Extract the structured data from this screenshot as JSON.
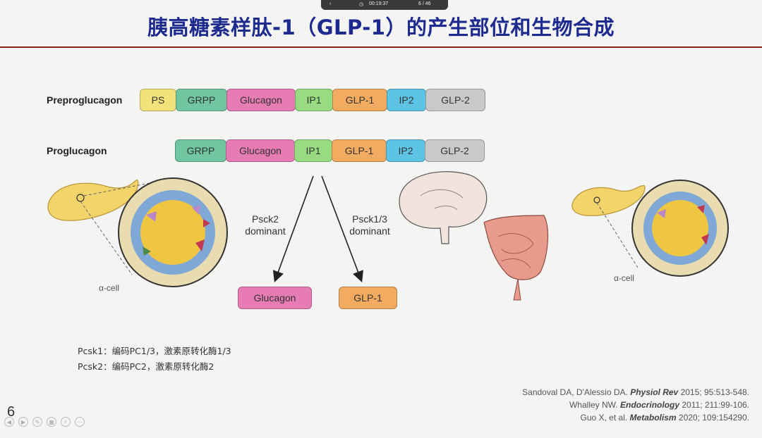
{
  "viewer": {
    "time": "00:19:37",
    "page_counter": "6 / 46"
  },
  "title": "胰高糖素样肽-1（GLP-1）的产生部位和生物合成",
  "rows": {
    "preproglucagon": {
      "label": "Preproglucagon",
      "segments": [
        "PS",
        "GRPP",
        "Glucagon",
        "IP1",
        "GLP-1",
        "IP2",
        "GLP-2"
      ]
    },
    "proglucagon": {
      "label": "Proglucagon",
      "segments": [
        "GRPP",
        "Glucagon",
        "IP1",
        "GLP-1",
        "IP2",
        "GLP-2"
      ]
    }
  },
  "segment_colors": {
    "PS": "#f3e27a",
    "GRPP": "#6fc6a1",
    "Glucagon": "#e77cb4",
    "IP1": "#97dc80",
    "GLP-1": "#f2ab60",
    "IP2": "#5ec4e6",
    "GLP-2": "#c9c9c9"
  },
  "arrows": {
    "left": {
      "line1": "Psck2",
      "line2": "dominant"
    },
    "right": {
      "line1": "Psck1/3",
      "line2": "dominant"
    }
  },
  "products": {
    "glucagon": "Glucagon",
    "glp1": "GLP-1"
  },
  "cell_labels": {
    "left": "α-cell",
    "right": "α-cell"
  },
  "notes": [
    "Pcsk1：编码PC1/3，激素原转化酶1/3",
    "Pcsk2：编码PC2，激素原转化酶2"
  ],
  "references": [
    {
      "authors": "Sandoval DA, D'Alessio DA.",
      "journal": "Physiol Rev",
      "rest": "2015; 95:513-548."
    },
    {
      "authors": "Whalley NW.",
      "journal": "Endocrinology",
      "rest": "2011; 211:99-106."
    },
    {
      "authors": "Guo X, et al.",
      "journal": "Metabolism",
      "rest": "2020; 109:154290."
    }
  ],
  "page_number": "6"
}
